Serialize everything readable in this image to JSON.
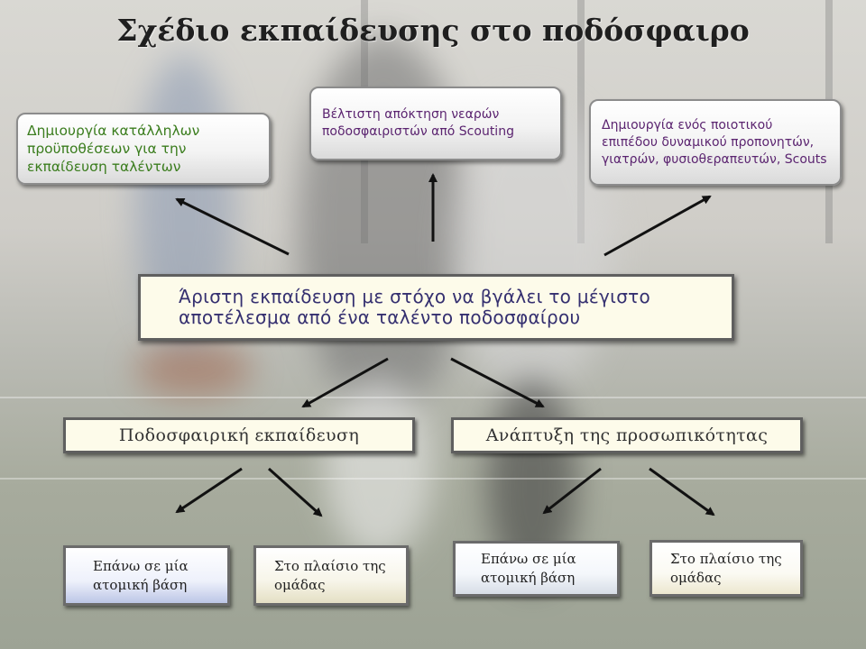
{
  "title": "Σχέδιο εκπαίδευσης στο ποδόσφαιρο",
  "top_boxes": {
    "left": "Δημιουργία κατάλληλων προϋποθέσεων για την εκπαίδευση ταλέντων",
    "middle": "Βέλτιστη απόκτηση νεαρών ποδοσφαιριστών από Scouting",
    "right": "Δημιουργία ενός ποιοτικού επιπέδου δυναμικού προπονητών, γιατρών, φυσιοθεραπευτών, Scouts"
  },
  "center_box": "Άριστη εκπαίδευση με στόχο να βγάλει το μέγιστο αποτέλεσμα από ένα ταλέντο ποδοσφαίρου",
  "middle_boxes": {
    "left": "Ποδοσφαιρική εκπαίδευση",
    "right": "Ανάπτυξη της προσωπικότητας"
  },
  "bottom_boxes": [
    {
      "label": "Επάνω σε μία ατομική βάση"
    },
    {
      "label": "Στο πλαίσιο της ομάδας"
    },
    {
      "label": "Επάνω σε μία ατομική βάση"
    },
    {
      "label": "Στο πλαίσιο της ομάδας"
    }
  ],
  "colors": {
    "top_left_text": "#3b7d1e",
    "top_other_text": "#5b2470",
    "center_text": "#353070",
    "box_fill": "#fdfbea",
    "arrow": "#111111"
  }
}
